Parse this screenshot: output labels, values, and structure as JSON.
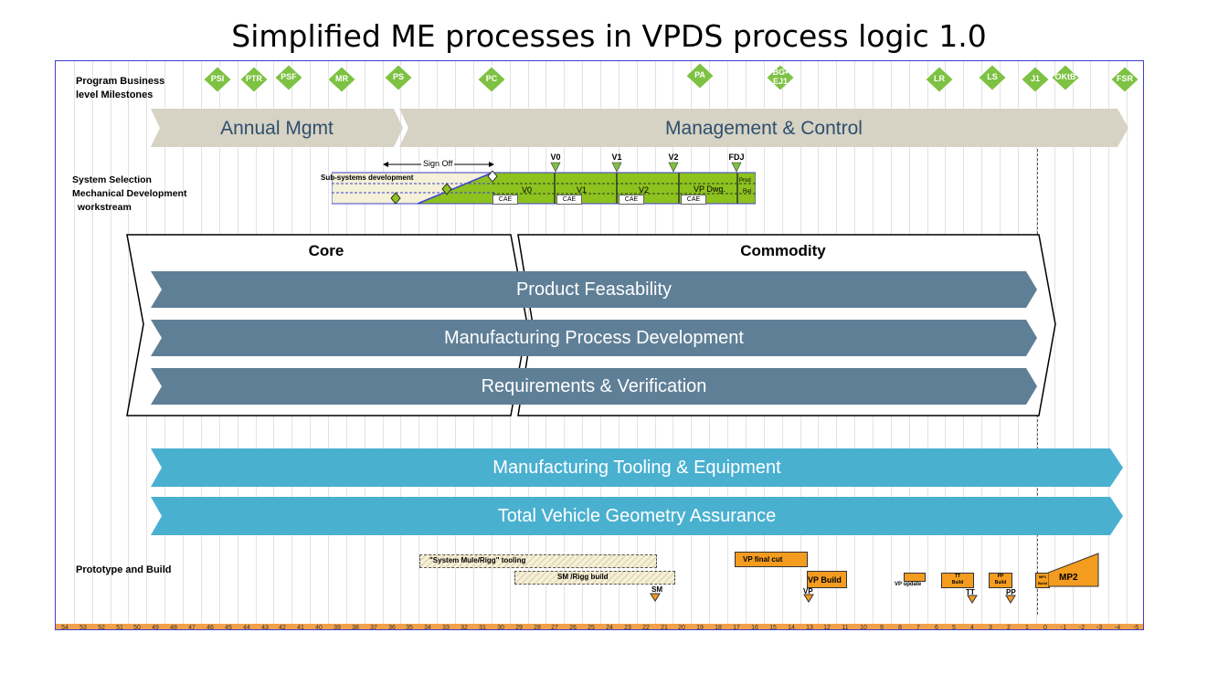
{
  "title": "Simplified ME processes in VPDS process logic 1.0",
  "colors": {
    "milestone": "#7dc242",
    "gray_chevron": "#d6d3c4",
    "blue_chevron": "#5f7f97",
    "cyan_chevron": "#4ab0d0",
    "green_bar": "#8dc21f",
    "orange_box": "#f39c1f",
    "axis": "#f2a14a",
    "frame": "#3f3fd0"
  },
  "labels": {
    "milestones_row": "Program Business\nlevel Milestones",
    "selection_row": "System Selection\nMechanical Development\n  workstream",
    "prototype_row": "Prototype and Build"
  },
  "milestones": [
    "PSI",
    "PTR",
    "PSF",
    "MR",
    "PS",
    "PC",
    "PA",
    "BG•\nEJ1",
    "LR",
    "LS",
    "J1",
    "OKtB",
    "FSR"
  ],
  "chevrons": {
    "annual": "Annual Mgmt",
    "management": "Management & Control",
    "core": "Core",
    "commodity": "Commodity",
    "product_feasibility": "Product Feasability",
    "mpd": "Manufacturing Process Development",
    "req": "Requirements & Verification",
    "tooling": "Manufacturing Tooling & Equipment",
    "tvga": "Total Vehicle Geometry Assurance"
  },
  "gates": [
    "V0",
    "V1",
    "V2",
    "FDJ"
  ],
  "workstream": {
    "sign_off": "Sign Off",
    "subsystems": "Sub-systems development",
    "v0": "V0",
    "v1": "V1",
    "v2": "V2",
    "vp_dwg": "VP Dwg.",
    "prod": "Prod",
    "rel": "Rel",
    "cae": "CAE"
  },
  "prototype": {
    "mule_tooling": "\"System Mule/Rigg\" tooling",
    "sm_build": "SM /Rigg build",
    "sm": "SM",
    "vp_final_cut": "VP final cut",
    "vp_build": "VP Build",
    "vp": "VP",
    "vp_update": "VP update",
    "tt_build": "TT\nBuild",
    "tt": "TT",
    "pp_build": "PP\nBuild",
    "pp": "PP",
    "mp1_build": "MP1\nBuild",
    "mp2": "MP2"
  },
  "axis_ticks": [
    "54",
    "53",
    "52",
    "51",
    "50",
    "49",
    "48",
    "47",
    "46",
    "45",
    "44",
    "43",
    "42",
    "41",
    "40",
    "39",
    "38",
    "37",
    "36",
    "35",
    "34",
    "33",
    "32",
    "31",
    "30",
    "29",
    "28",
    "27",
    "26",
    "25",
    "24",
    "23",
    "22",
    "21",
    "20",
    "19",
    "18",
    "17",
    "16",
    "15",
    "14",
    "13",
    "12",
    "11",
    "10",
    "9",
    "8",
    "7",
    "6",
    "5",
    "4",
    "3",
    "2",
    "1",
    "0",
    "-1",
    "-2",
    "-3",
    "-4",
    "-5"
  ]
}
